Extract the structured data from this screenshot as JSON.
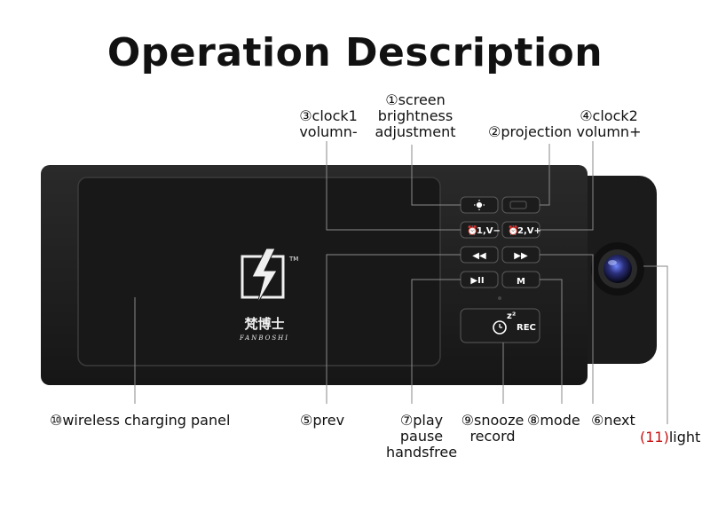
{
  "title": "Operation Description",
  "logo": {
    "tm": "TM",
    "cn_name": "梵博士",
    "en_name": "FANBOSHI"
  },
  "buttons": {
    "clock1_text": "1,V−",
    "clock2_text": "2,V+",
    "prev_text": "◀◀",
    "next_text": "▶▶",
    "play_text": "▶II",
    "mode_text": "M",
    "rec_text": "REC",
    "snooze_z": "z²"
  },
  "labels": {
    "screen": {
      "num": "①",
      "line1": "screen",
      "line2": "brightness",
      "line3": "adjustment"
    },
    "projection": {
      "num": "②",
      "text": "projection"
    },
    "clock1": {
      "num": "③",
      "line1": "clock1",
      "line2": "volumn-"
    },
    "clock2": {
      "num": "④",
      "line1": "clock2",
      "line2": "volumn+"
    },
    "prev": {
      "num": "⑤",
      "text": "prev"
    },
    "next": {
      "num": "⑥",
      "text": "next"
    },
    "play": {
      "num": "⑦",
      "line1": "play",
      "line2": "pause",
      "line3": "handsfree"
    },
    "mode": {
      "num": "⑧",
      "text": "mode"
    },
    "snooze": {
      "num": "⑨",
      "line1": "snooze",
      "line2": "record"
    },
    "wireless": {
      "num": "⑩",
      "text": "wireless charging panel"
    },
    "light": {
      "num": "(11)",
      "text": "light"
    }
  },
  "colors": {
    "accent": "#c81010",
    "device": "#1f1f1f",
    "line": "#8a8a8a"
  }
}
